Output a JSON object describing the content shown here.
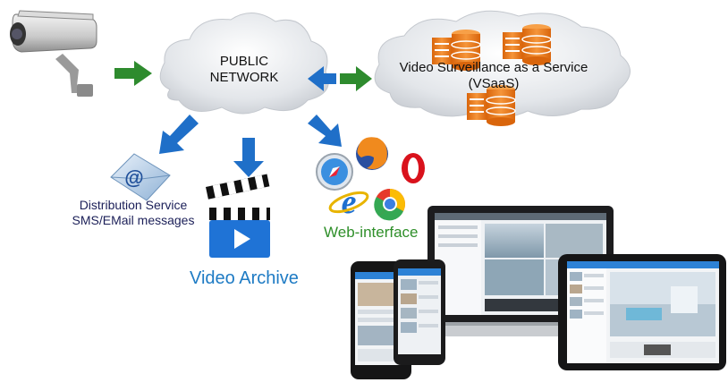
{
  "labels": {
    "public_network": [
      "PUBLIC",
      "NETWORK"
    ],
    "vsaas": [
      "Video Surveillance as a Service",
      "(VSaaS)"
    ],
    "distribution": [
      "Distribution Service",
      "SMS/EMail messages"
    ],
    "video_archive": "Video Archive",
    "web_interface": "Web-interface"
  },
  "icons": {
    "camera": "security-camera-icon",
    "email": "email-envelope-icon",
    "clapperboard": "video-clapperboard-icon",
    "browsers": [
      "safari-icon",
      "firefox-icon",
      "opera-icon",
      "internet-explorer-icon",
      "chrome-icon"
    ],
    "servers": "server-stack-icon",
    "devices": [
      "laptop-icon",
      "smartphone-icon",
      "tablet-icon"
    ]
  },
  "colors": {
    "green_arrow": "#2e8b2e",
    "blue_arrow": "#1f6fc8",
    "archive_text": "#1e7bc4",
    "web_text": "#2f8f2a",
    "server_orange": "#ef7d1a"
  }
}
